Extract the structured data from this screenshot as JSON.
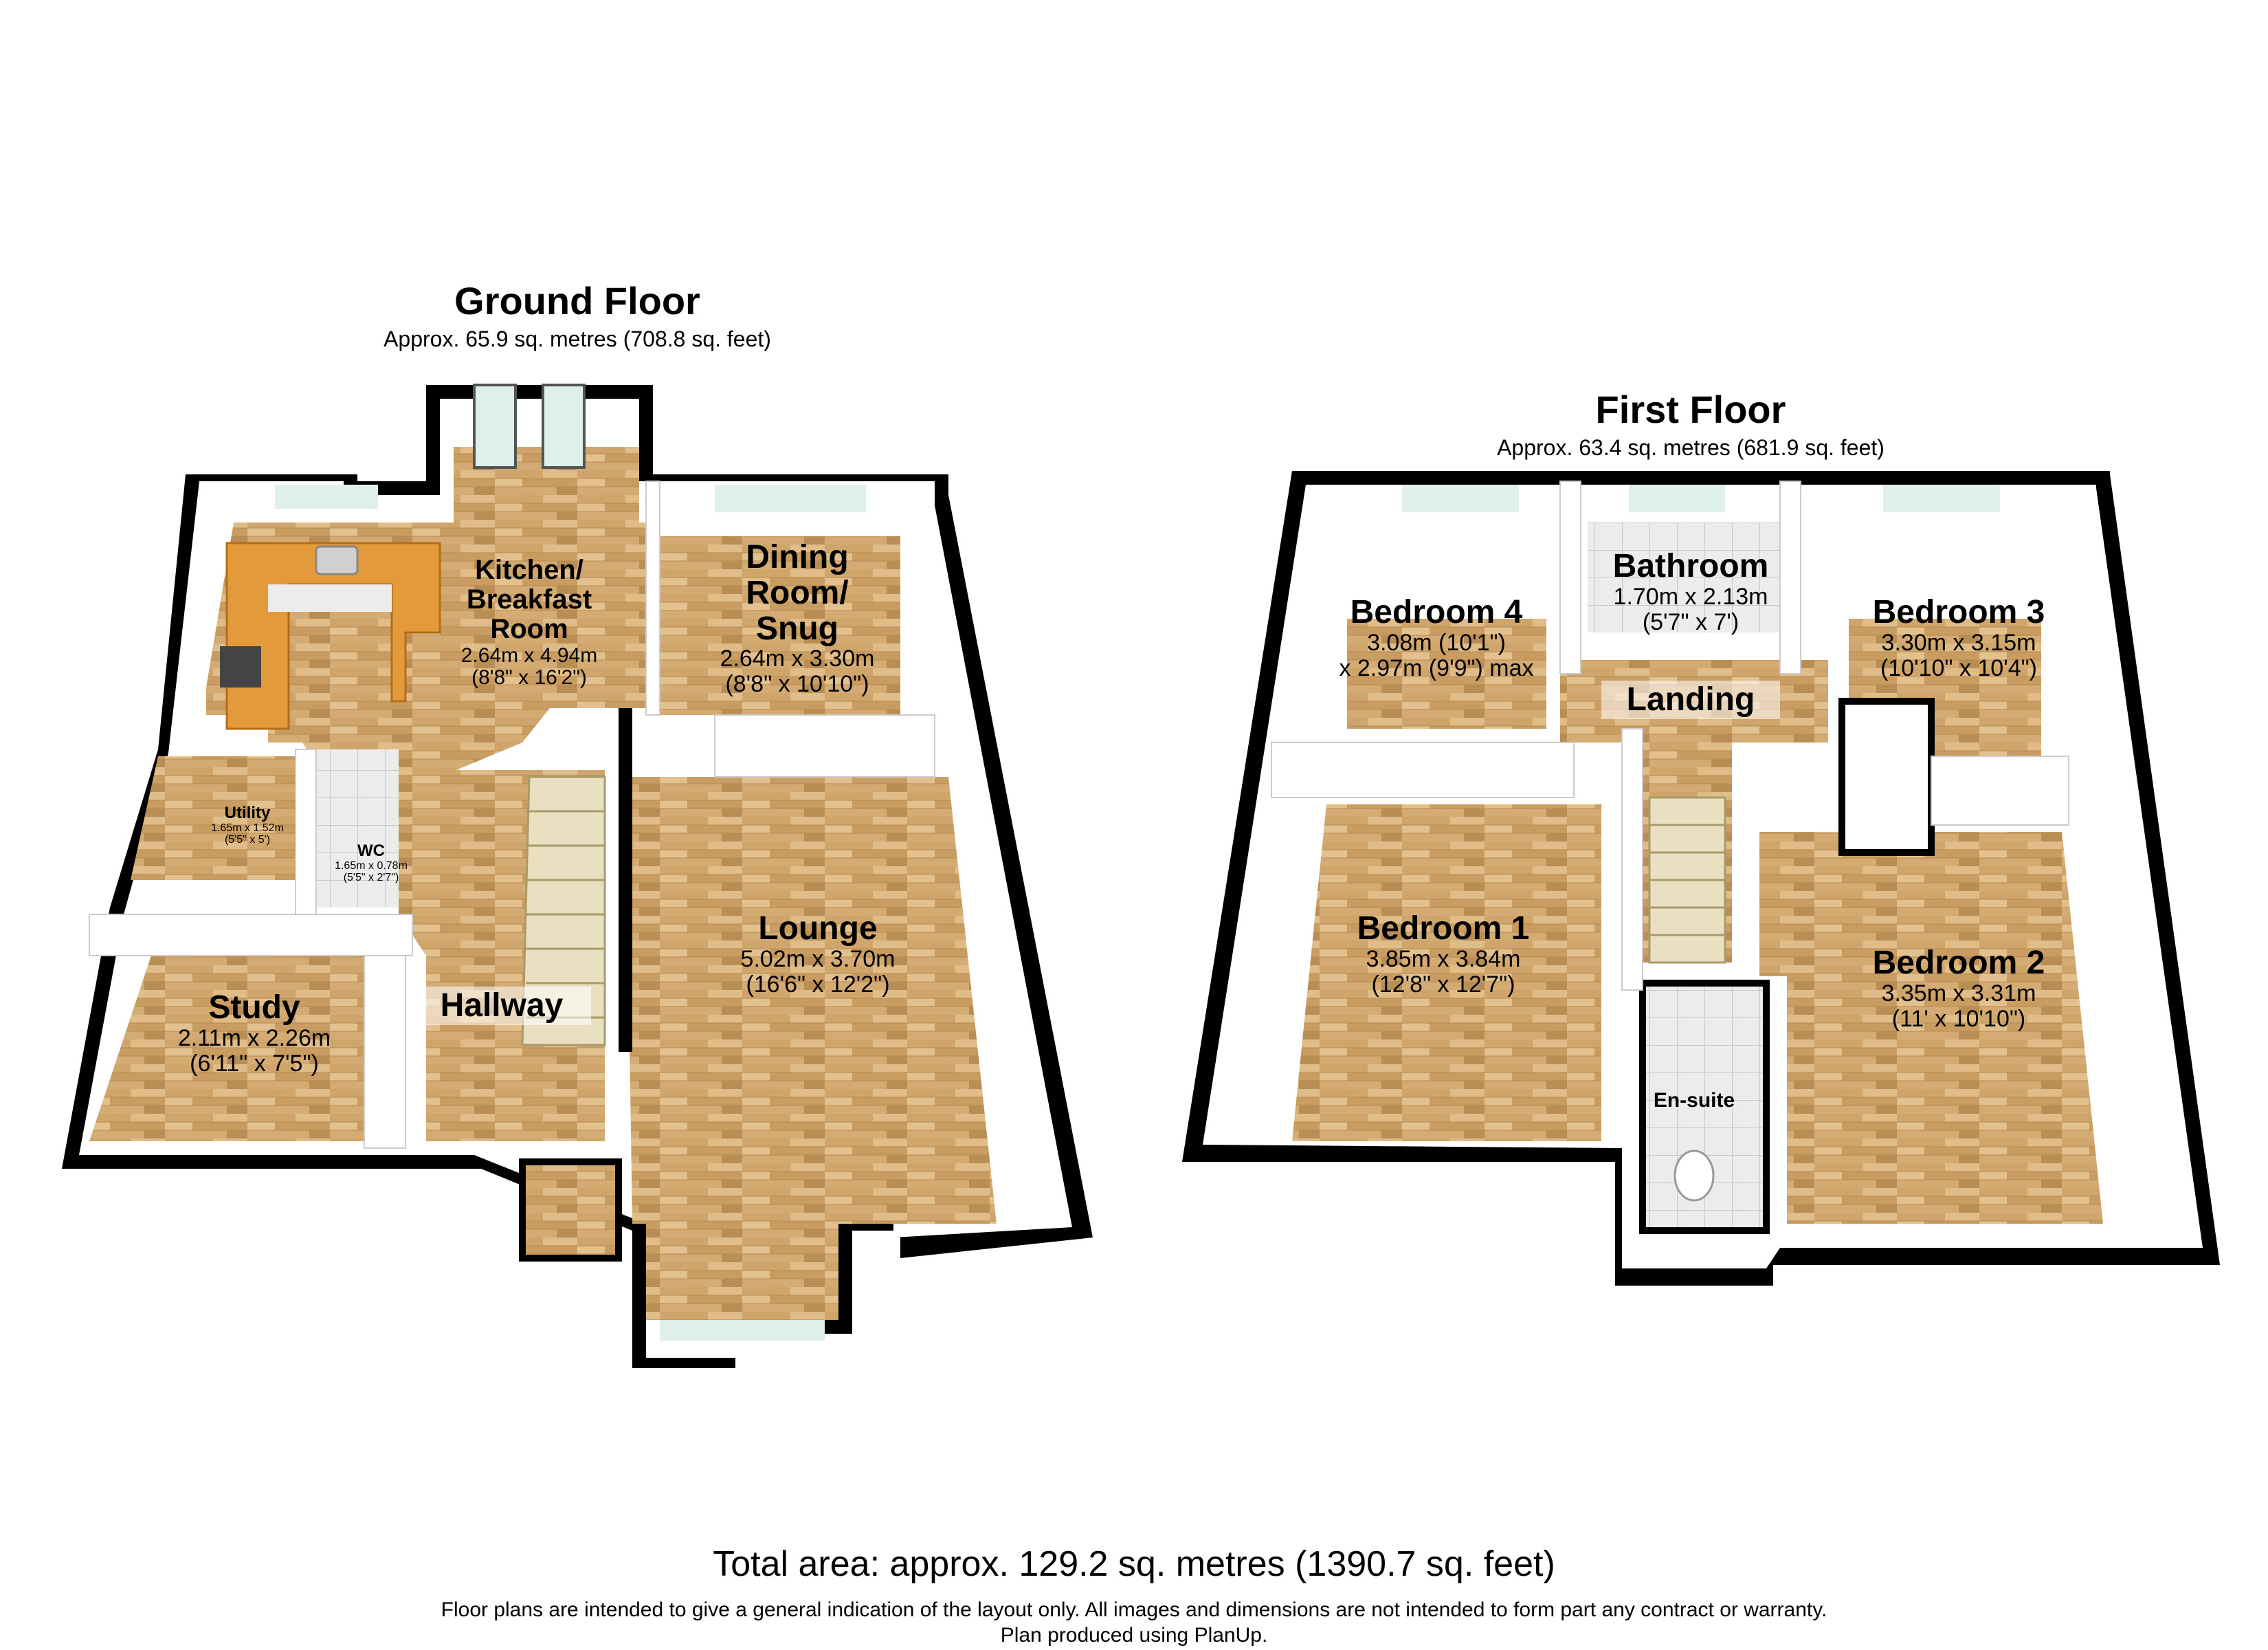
{
  "ground_floor": {
    "title": "Ground Floor",
    "area": "Approx. 65.9 sq. metres (708.8 sq. feet)",
    "rooms": {
      "kitchen": {
        "name_1": "Kitchen/",
        "name_2": "Breakfast",
        "name_3": "Room",
        "dims_m": "2.64m x 4.94m",
        "dims_ft": "(8'8\" x 16'2\")"
      },
      "dining": {
        "name_1": "Dining",
        "name_2": "Room/",
        "name_3": "Snug",
        "dims_m": "2.64m x 3.30m",
        "dims_ft": "(8'8\" x 10'10\")"
      },
      "utility": {
        "name": "Utility",
        "dims_m": "1.65m x 1.52m",
        "dims_ft": "(5'5\" x 5')"
      },
      "wc": {
        "name": "WC",
        "dims_m": "1.65m x 0.78m",
        "dims_ft": "(5'5\" x 2'7\")"
      },
      "study": {
        "name": "Study",
        "dims_m": "2.11m x 2.26m",
        "dims_ft": "(6'11\" x 7'5\")"
      },
      "hallway": {
        "name": "Hallway"
      },
      "lounge": {
        "name": "Lounge",
        "dims_m": "5.02m x 3.70m",
        "dims_ft": "(16'6\" x 12'2\")"
      }
    }
  },
  "first_floor": {
    "title": "First Floor",
    "area": "Approx. 63.4 sq. metres (681.9 sq. feet)",
    "rooms": {
      "bedroom4": {
        "name": "Bedroom 4",
        "dims_1": "3.08m (10'1\")",
        "dims_2": "x 2.97m (9'9\") max"
      },
      "bathroom": {
        "name": "Bathroom",
        "dims_m": "1.70m x 2.13m",
        "dims_ft": "(5'7\" x 7')"
      },
      "bedroom3": {
        "name": "Bedroom 3",
        "dims_m": "3.30m x 3.15m",
        "dims_ft": "(10'10\" x 10'4\")"
      },
      "landing": {
        "name": "Landing"
      },
      "bedroom1": {
        "name": "Bedroom 1",
        "dims_m": "3.85m x 3.84m",
        "dims_ft": "(12'8\" x 12'7\")"
      },
      "bedroom2": {
        "name": "Bedroom 2",
        "dims_m": "3.35m x 3.31m",
        "dims_ft": "(11' x 10'10\")"
      },
      "ensuite": {
        "name": "En-suite"
      }
    }
  },
  "footer": {
    "total": "Total area: approx. 129.2 sq. metres (1390.7 sq. feet)",
    "disclaimer": "Floor plans are intended to give a general indication of the layout only. All images and dimensions are not intended to form part any contract or warranty.",
    "produced": "Plan produced using PlanUp."
  },
  "colors": {
    "wall_outer": "#000000",
    "wall_inner": "#ffffff",
    "floor_wood": "#d9b47c",
    "floor_wood_dark": "#c99a5b",
    "tile": "#e8e8e8",
    "window": "#dff0ea",
    "worktop": "#e8a03c"
  }
}
